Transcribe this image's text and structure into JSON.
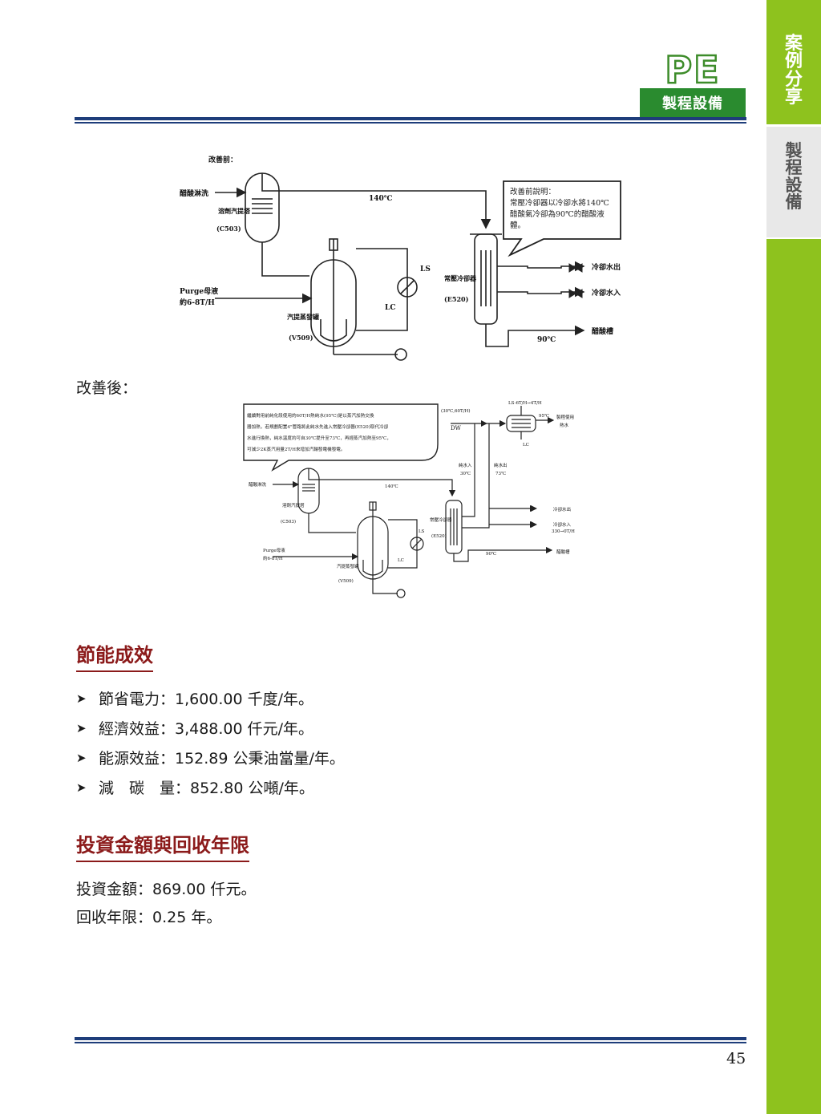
{
  "side_tabs": {
    "case_share": [
      "案",
      "例",
      "分",
      "享"
    ],
    "process_equipment": [
      "製",
      "程",
      "設",
      "備"
    ]
  },
  "header": {
    "logo_text": "PE",
    "chapter_label": "製程設備"
  },
  "diagram_before": {
    "title": "改善前：",
    "feed_left": "醋酸淋洗",
    "column_name": "溶劑汽提塔",
    "column_id": "(C503)",
    "purge_line1": "Purge母液",
    "purge_line2": "約6-8T/H",
    "temp_top": "140℃",
    "vessel_name": "汽提蒸發罐",
    "vessel_id": "(V509)",
    "ls": "LS",
    "lc": "LC",
    "cooler_name": "常壓冷卻器",
    "cooler_id": "(E520)",
    "cooling_out": "冷卻水出",
    "cooling_in": "冷卻水入",
    "temp_bottom": "90℃",
    "tank": "醋酸槽",
    "note_lines": [
      "改善前說明：",
      "常壓冷卻器以冷卻水將140℃",
      "醋酸氣冷卻為90℃的醋酸液",
      "體。"
    ]
  },
  "after_label": "改善後：",
  "diagram_after": {
    "note_lines": [
      "繼續對用前純化段使用的60T/H熱純水(95℃)是以蒸汽加熱交換",
      "器加熱，若規劃配置4\"管路將此純水先進入常壓冷卻器(E520)取代冷卻",
      "水進行換熱，純水溫度約可自30℃提升至73℃，再經蒸汽加熱至95℃，",
      "可減少2K蒸汽用量2T/H來增加汽輪發電機發電。"
    ],
    "dw": "DW",
    "dw_flow": "(30℃,60T/H)",
    "ls_top": "LS-6T/H→4T/H",
    "temp_95": "95℃",
    "hot_use_1": "製程使用",
    "hot_use_2": "熱水",
    "lc_top": "LC",
    "pure_in_1": "純水入",
    "pure_in_2": "30℃",
    "pure_out_1": "純水出",
    "pure_out_2": "73℃",
    "feed_left": "醋酸淋洗",
    "column_name": "溶劑汽提塔",
    "column_id": "(C503)",
    "temp_top": "140℃",
    "cooling_out": "冷卻水出",
    "cooling_in": "冷卻水入",
    "cooling_in_flow": "330→0T/H",
    "cooler_name": "常壓冷卻器",
    "cooler_id": "(E520)",
    "ls": "LS",
    "lc": "LC",
    "purge_line1": "Purge母液",
    "purge_line2": "約6-8T/H",
    "temp_bottom": "90℃",
    "tank": "醋酸槽",
    "vessel_name": "汽提蒸發罐",
    "vessel_id": "(V509)"
  },
  "savings": {
    "title": "節能成效",
    "items": [
      "節省電力：1,600.00 千度/年。",
      "經濟效益：3,488.00 仟元/年。",
      "能源效益：152.89 公秉油當量/年。",
      "減　碳　量：852.80 公噸/年。"
    ]
  },
  "investment": {
    "title": "投資金額與回收年限",
    "amount": "投資金額：869.00 仟元。",
    "payback": "回收年限：0.25 年。"
  },
  "page_number": "45",
  "colors": {
    "accent_green": "#8ec21e",
    "chapter_green": "#2a8b2f",
    "rule_blue": "#1e3d7a",
    "title_red": "#8b1a1a"
  }
}
